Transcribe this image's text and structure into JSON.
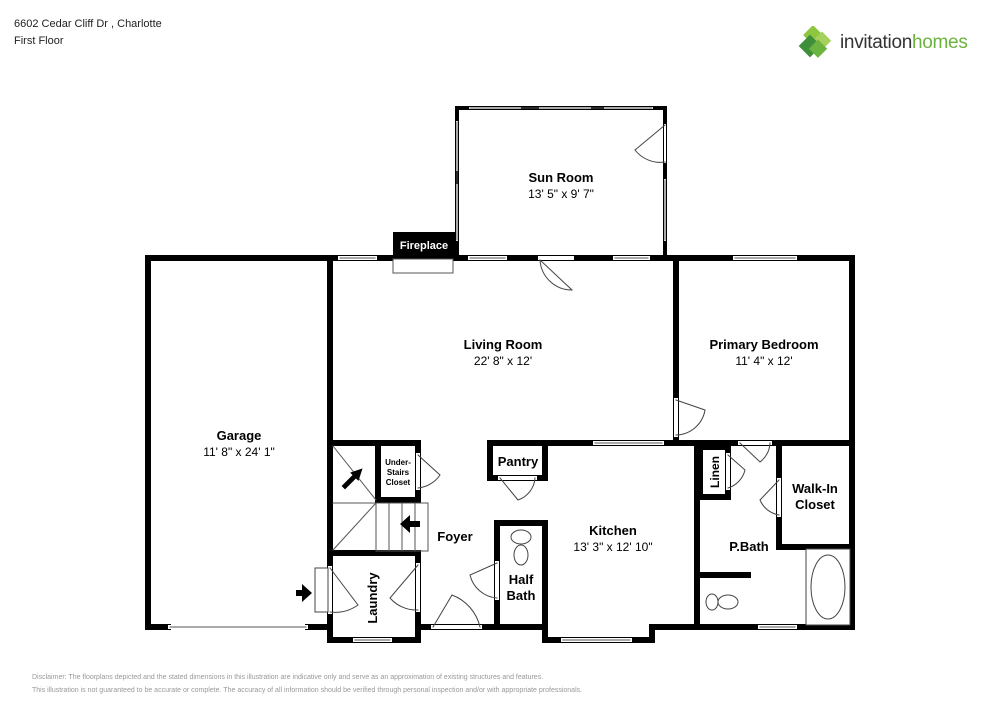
{
  "header": {
    "address": "6602 Cedar Cliff Dr , Charlotte",
    "floor": "First Floor"
  },
  "logo": {
    "word1": "invitation",
    "word2": "homes",
    "colors": {
      "dark": "#333333",
      "green": "#6cb33f"
    }
  },
  "rooms": {
    "sun_room": {
      "name": "Sun Room",
      "dims": "13' 5\" x 9' 7\""
    },
    "fireplace": {
      "name": "Fireplace"
    },
    "living_room": {
      "name": "Living Room",
      "dims": "22' 8\" x 12'"
    },
    "primary_bedroom": {
      "name": "Primary Bedroom",
      "dims": "11' 4\" x 12'"
    },
    "garage": {
      "name": "Garage",
      "dims": "11' 8\" x 24' 1\""
    },
    "under_stairs": {
      "l1": "Under-",
      "l2": "Stairs",
      "l3": "Closet"
    },
    "pantry": {
      "name": "Pantry"
    },
    "linen": {
      "name": "Linen"
    },
    "walk_in": {
      "l1": "Walk-In",
      "l2": "Closet"
    },
    "foyer": {
      "name": "Foyer"
    },
    "kitchen": {
      "name": "Kitchen",
      "dims": "13' 3\" x 12' 10\""
    },
    "pbath": {
      "name": "P.Bath"
    },
    "half_bath": {
      "l1": "Half",
      "l2": "Bath"
    },
    "laundry": {
      "name": "Laundry"
    }
  },
  "disclaimer": {
    "line1": "Disclaimer: The floorplans depicted and the stated dimensions in this illustration are indicative only and serve as an approximation of existing structures and features.",
    "line2": "This illustration is not guaranteed to be accurate or complete. The accuracy of all information should be verified through personal inspection and/or with appropriate professionals."
  }
}
